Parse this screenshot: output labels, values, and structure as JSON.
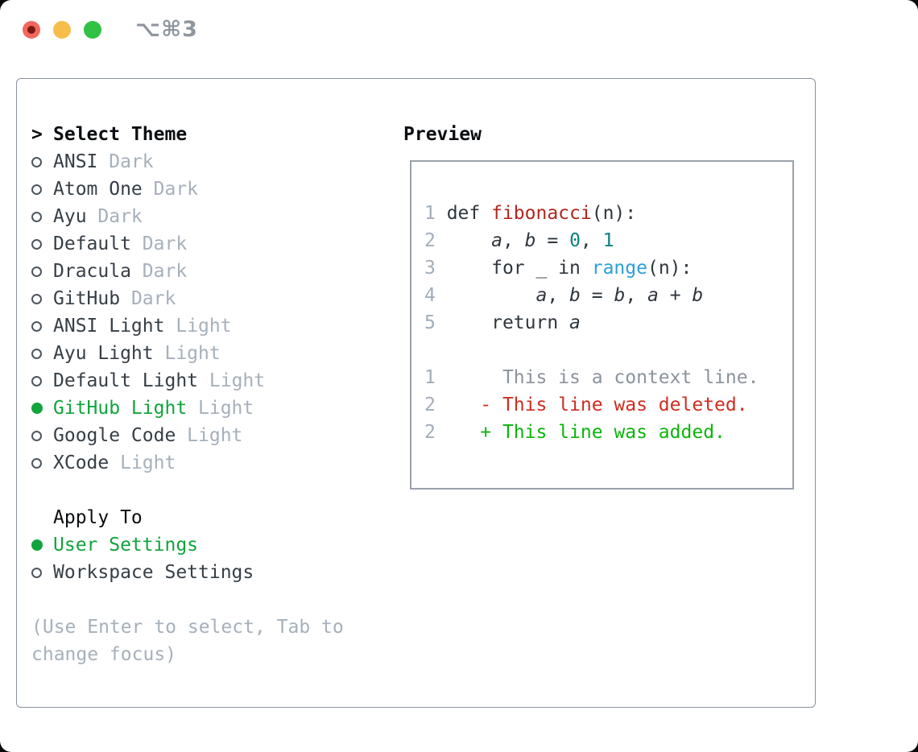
{
  "titlebar": {
    "title": "⌥⌘3",
    "buttons": [
      "close",
      "minimize",
      "zoom"
    ]
  },
  "theme_panel": {
    "header": {
      "cursor": ">",
      "label": "Select Theme"
    },
    "themes": [
      {
        "name": "ANSI",
        "variant": "Dark",
        "selected": false
      },
      {
        "name": "Atom One",
        "variant": "Dark",
        "selected": false
      },
      {
        "name": "Ayu",
        "variant": "Dark",
        "selected": false
      },
      {
        "name": "Default",
        "variant": "Dark",
        "selected": false
      },
      {
        "name": "Dracula",
        "variant": "Dark",
        "selected": false
      },
      {
        "name": "GitHub",
        "variant": "Dark",
        "selected": false
      },
      {
        "name": "ANSI Light",
        "variant": "Light",
        "selected": false
      },
      {
        "name": "Ayu Light",
        "variant": "Light",
        "selected": false
      },
      {
        "name": "Default Light",
        "variant": "Light",
        "selected": false
      },
      {
        "name": "GitHub Light",
        "variant": "Light",
        "selected": true
      },
      {
        "name": "Google Code",
        "variant": "Light",
        "selected": false
      },
      {
        "name": "XCode",
        "variant": "Light",
        "selected": false
      }
    ],
    "apply_to": {
      "label": "Apply To",
      "options": [
        {
          "name": "User Settings",
          "selected": true
        },
        {
          "name": "Workspace Settings",
          "selected": false
        }
      ]
    },
    "hint_lines": [
      "(Use Enter to select, Tab to",
      "change focus)"
    ]
  },
  "preview": {
    "label": "Preview",
    "lines": [
      {
        "segs": [
          {
            "t": "1 ",
            "c": "ln"
          },
          {
            "t": "def ",
            "c": "fg"
          },
          {
            "t": "fibonacci",
            "c": "fn"
          },
          {
            "t": "(n):",
            "c": "fg"
          }
        ]
      },
      {
        "segs": [
          {
            "t": "2 ",
            "c": "ln"
          },
          {
            "t": "    ",
            "c": "fg"
          },
          {
            "t": "a",
            "c": "var"
          },
          {
            "t": ", ",
            "c": "fg"
          },
          {
            "t": "b",
            "c": "var"
          },
          {
            "t": " = ",
            "c": "fg"
          },
          {
            "t": "0",
            "c": "num"
          },
          {
            "t": ", ",
            "c": "fg"
          },
          {
            "t": "1",
            "c": "num"
          }
        ]
      },
      {
        "segs": [
          {
            "t": "3 ",
            "c": "ln"
          },
          {
            "t": "    for _ in ",
            "c": "fg"
          },
          {
            "t": "range",
            "c": "call"
          },
          {
            "t": "(n):",
            "c": "fg"
          }
        ]
      },
      {
        "segs": [
          {
            "t": "4 ",
            "c": "ln"
          },
          {
            "t": "        ",
            "c": "fg"
          },
          {
            "t": "a",
            "c": "var"
          },
          {
            "t": ", ",
            "c": "fg"
          },
          {
            "t": "b",
            "c": "var"
          },
          {
            "t": " = ",
            "c": "fg"
          },
          {
            "t": "b",
            "c": "var"
          },
          {
            "t": ", ",
            "c": "fg"
          },
          {
            "t": "a",
            "c": "var"
          },
          {
            "t": " + ",
            "c": "fg"
          },
          {
            "t": "b",
            "c": "var"
          }
        ]
      },
      {
        "segs": [
          {
            "t": "5 ",
            "c": "ln"
          },
          {
            "t": "    return ",
            "c": "fg"
          },
          {
            "t": "a",
            "c": "var"
          }
        ]
      },
      {
        "segs": []
      },
      {
        "segs": [
          {
            "t": "1",
            "c": "ln"
          },
          {
            "t": "      This is a context line.",
            "c": "ctx"
          }
        ]
      },
      {
        "segs": [
          {
            "t": "2",
            "c": "ln"
          },
          {
            "t": "    - This line was deleted.",
            "c": "del"
          }
        ]
      },
      {
        "segs": [
          {
            "t": "2",
            "c": "ln"
          },
          {
            "t": "    + This line was added.",
            "c": "add"
          }
        ]
      }
    ]
  },
  "colors": {
    "ui-green": "#11a43c",
    "add-green": "#0cb50c",
    "del-red": "#cf2d20",
    "fn-red": "#b0271f",
    "num-teal": "#0d7f82",
    "call-blue": "#2b9fd9",
    "muted": "#a6b0bb",
    "panel-border": "#8a929c",
    "tl-red": "#f2685e",
    "tl-yellow": "#f6bd4a",
    "tl-green": "#31c144"
  }
}
